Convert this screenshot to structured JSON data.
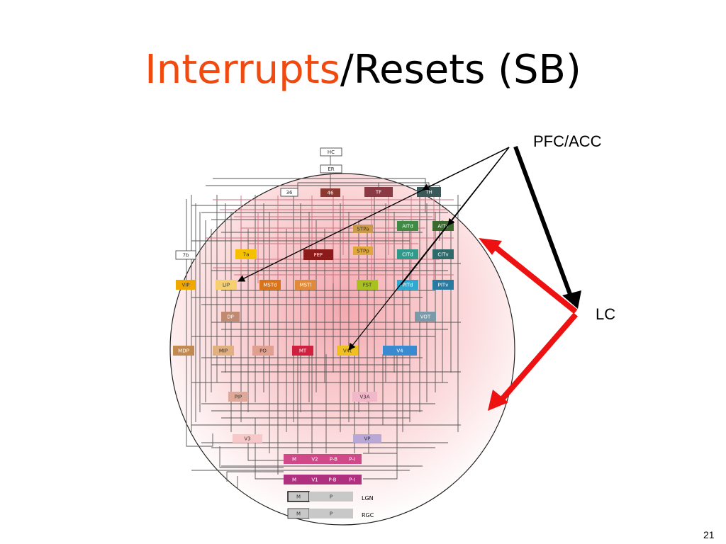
{
  "slide": {
    "title_accent": "Interrupts",
    "title_rest": "/Resets (SB)",
    "pfc_label": "PFC/ACC",
    "lc_label": "LC",
    "page_number": "21"
  },
  "areas": [
    {
      "id": "hc",
      "label": "HC",
      "color": "#ffffff"
    },
    {
      "id": "er",
      "label": "ER",
      "color": "#ffffff"
    },
    {
      "id": "a36",
      "label": "36",
      "color": "#ffffff"
    },
    {
      "id": "a46",
      "label": "46",
      "color": "#8b3a32"
    },
    {
      "id": "tf",
      "label": "TF",
      "color": "#8b3a44"
    },
    {
      "id": "th",
      "label": "TH",
      "color": "#3a5a5a"
    },
    {
      "id": "stpa",
      "label": "STPa",
      "color": "#c89a4a"
    },
    {
      "id": "aitd",
      "label": "AITd",
      "color": "#3f8a44"
    },
    {
      "id": "aitv",
      "label": "AITv",
      "color": "#3a6a2e"
    },
    {
      "id": "a7b",
      "label": "7b",
      "color": "#ffffff"
    },
    {
      "id": "a7a",
      "label": "7a",
      "color": "#f5c000"
    },
    {
      "id": "fef",
      "label": "FEF",
      "color": "#8b1a1a"
    },
    {
      "id": "stpp",
      "label": "STPp",
      "color": "#e0a83a"
    },
    {
      "id": "citd",
      "label": "CITd",
      "color": "#2f9a8a"
    },
    {
      "id": "citv",
      "label": "CITv",
      "color": "#2f6a6a"
    },
    {
      "id": "vip",
      "label": "VIP",
      "color": "#f0a800"
    },
    {
      "id": "lip",
      "label": "LIP",
      "color": "#f5d070"
    },
    {
      "id": "mstd",
      "label": "MSTd",
      "color": "#d9741a"
    },
    {
      "id": "msti",
      "label": "MSTl",
      "color": "#e08a3a"
    },
    {
      "id": "fst",
      "label": "FST",
      "color": "#a8c020"
    },
    {
      "id": "pitd",
      "label": "PITd",
      "color": "#30a8d0"
    },
    {
      "id": "pitv",
      "label": "PITv",
      "color": "#2a7aa0"
    },
    {
      "id": "dp",
      "label": "DP",
      "color": "#c08a70"
    },
    {
      "id": "vot",
      "label": "VOT",
      "color": "#7a9aaa"
    },
    {
      "id": "mdp",
      "label": "MDP",
      "color": "#c08a50"
    },
    {
      "id": "mip",
      "label": "MIP",
      "color": "#e0b080"
    },
    {
      "id": "po",
      "label": "PO",
      "color": "#e0a090"
    },
    {
      "id": "mt",
      "label": "MT",
      "color": "#d02040"
    },
    {
      "id": "v4t",
      "label": "V4t",
      "color": "#f0c020"
    },
    {
      "id": "v4",
      "label": "V4",
      "color": "#3a8ad0"
    },
    {
      "id": "pip",
      "label": "PIP",
      "color": "#e0a898"
    },
    {
      "id": "v3a",
      "label": "V3A",
      "color": "#f0b8c8"
    },
    {
      "id": "v3",
      "label": "V3",
      "color": "#f8c8c8"
    },
    {
      "id": "vp",
      "label": "VP",
      "color": "#b8a8d8"
    },
    {
      "id": "v2m",
      "label": "M",
      "color": "#d04a8a"
    },
    {
      "id": "v2",
      "label": "V2",
      "color": "#d04a8a"
    },
    {
      "id": "v2pb",
      "label": "P-B",
      "color": "#d04a8a"
    },
    {
      "id": "v2pi",
      "label": "P-I",
      "color": "#d04a8a"
    },
    {
      "id": "v1m",
      "label": "M",
      "color": "#b03080"
    },
    {
      "id": "v1",
      "label": "V1",
      "color": "#b03080"
    },
    {
      "id": "v1pb",
      "label": "P-B",
      "color": "#b03080"
    },
    {
      "id": "v1pi",
      "label": "P-I",
      "color": "#b03080"
    },
    {
      "id": "lgnm",
      "label": "M",
      "color": "#c8c8c8"
    },
    {
      "id": "lgnp",
      "label": "P",
      "color": "#c8c8c8"
    },
    {
      "id": "rgcm",
      "label": "M",
      "color": "#c8c8c8"
    },
    {
      "id": "rgcp",
      "label": "P",
      "color": "#c8c8c8"
    }
  ],
  "side_labels": {
    "lgn": "LGN",
    "rgc": "RGC"
  },
  "colors": {
    "accent": "#f04a10",
    "red_arrow": "#ee1111",
    "ellipse_fill": "#f7c9cc"
  }
}
